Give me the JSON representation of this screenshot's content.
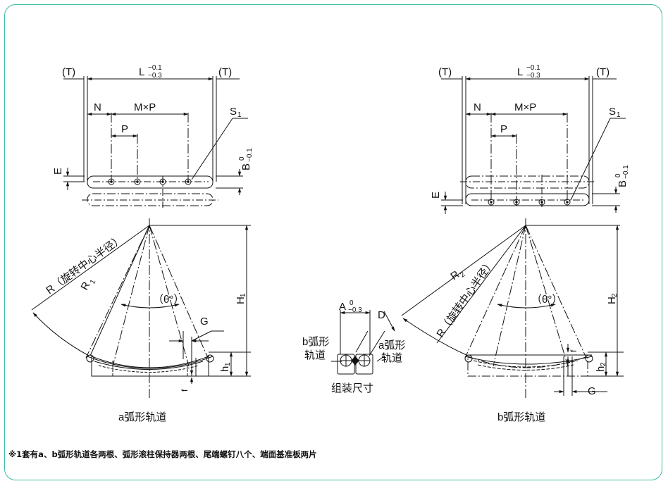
{
  "left_view": {
    "dims": {
      "t_left": "(T)",
      "t_right": "(T)",
      "L": "L",
      "L_sup": "−0.1",
      "L_sub": "−0.3",
      "N": "N",
      "MxP": "M×P",
      "P": "P",
      "S": "S",
      "S_sub": "1",
      "E": "E",
      "B": "B",
      "B_sup": "0",
      "B_sub": "−0.1"
    },
    "arc": {
      "R": "R（旋转中心半径）",
      "R1": "R",
      "R1_sub": "1",
      "theta": "（θ°）",
      "G": "G",
      "H": "H",
      "H_sub": "1",
      "h": "h",
      "h_sub": "1",
      "f": "f"
    },
    "caption": "a弧形轨道"
  },
  "right_view": {
    "dims": {
      "t_left": "(T)",
      "t_right": "(T)",
      "L": "L",
      "L_sup": "−0.1",
      "L_sub": "−0.3",
      "N": "N",
      "MxP": "M×P",
      "P": "P",
      "S": "S",
      "S_sub": "1",
      "E": "E",
      "B": "B",
      "B_sup": "0",
      "B_sub": "−0.1"
    },
    "arc": {
      "R2": "R",
      "R2_sub": "2",
      "R": "R（旋转中心半径）",
      "theta": "（θ°）",
      "G": "G",
      "H": "H",
      "H_sub": "2",
      "h": "h",
      "h_sub": "2",
      "f": "f"
    },
    "caption": "b弧形轨道"
  },
  "assembly": {
    "A": "A",
    "A_sup": "0",
    "A_sub": "−0.3",
    "D": "D",
    "b_label_1": "b弧形",
    "b_label_2": "轨道",
    "a_label_1": "a弧形",
    "a_label_2": "轨道",
    "caption": "组装尺寸"
  },
  "footnote": "※1套有a、b弧形轨道各两根、弧形滚柱保持器两根、尾端螺钉八个、端面基准板两片",
  "colors": {
    "border": "#3dbda6",
    "line": "#111111"
  }
}
